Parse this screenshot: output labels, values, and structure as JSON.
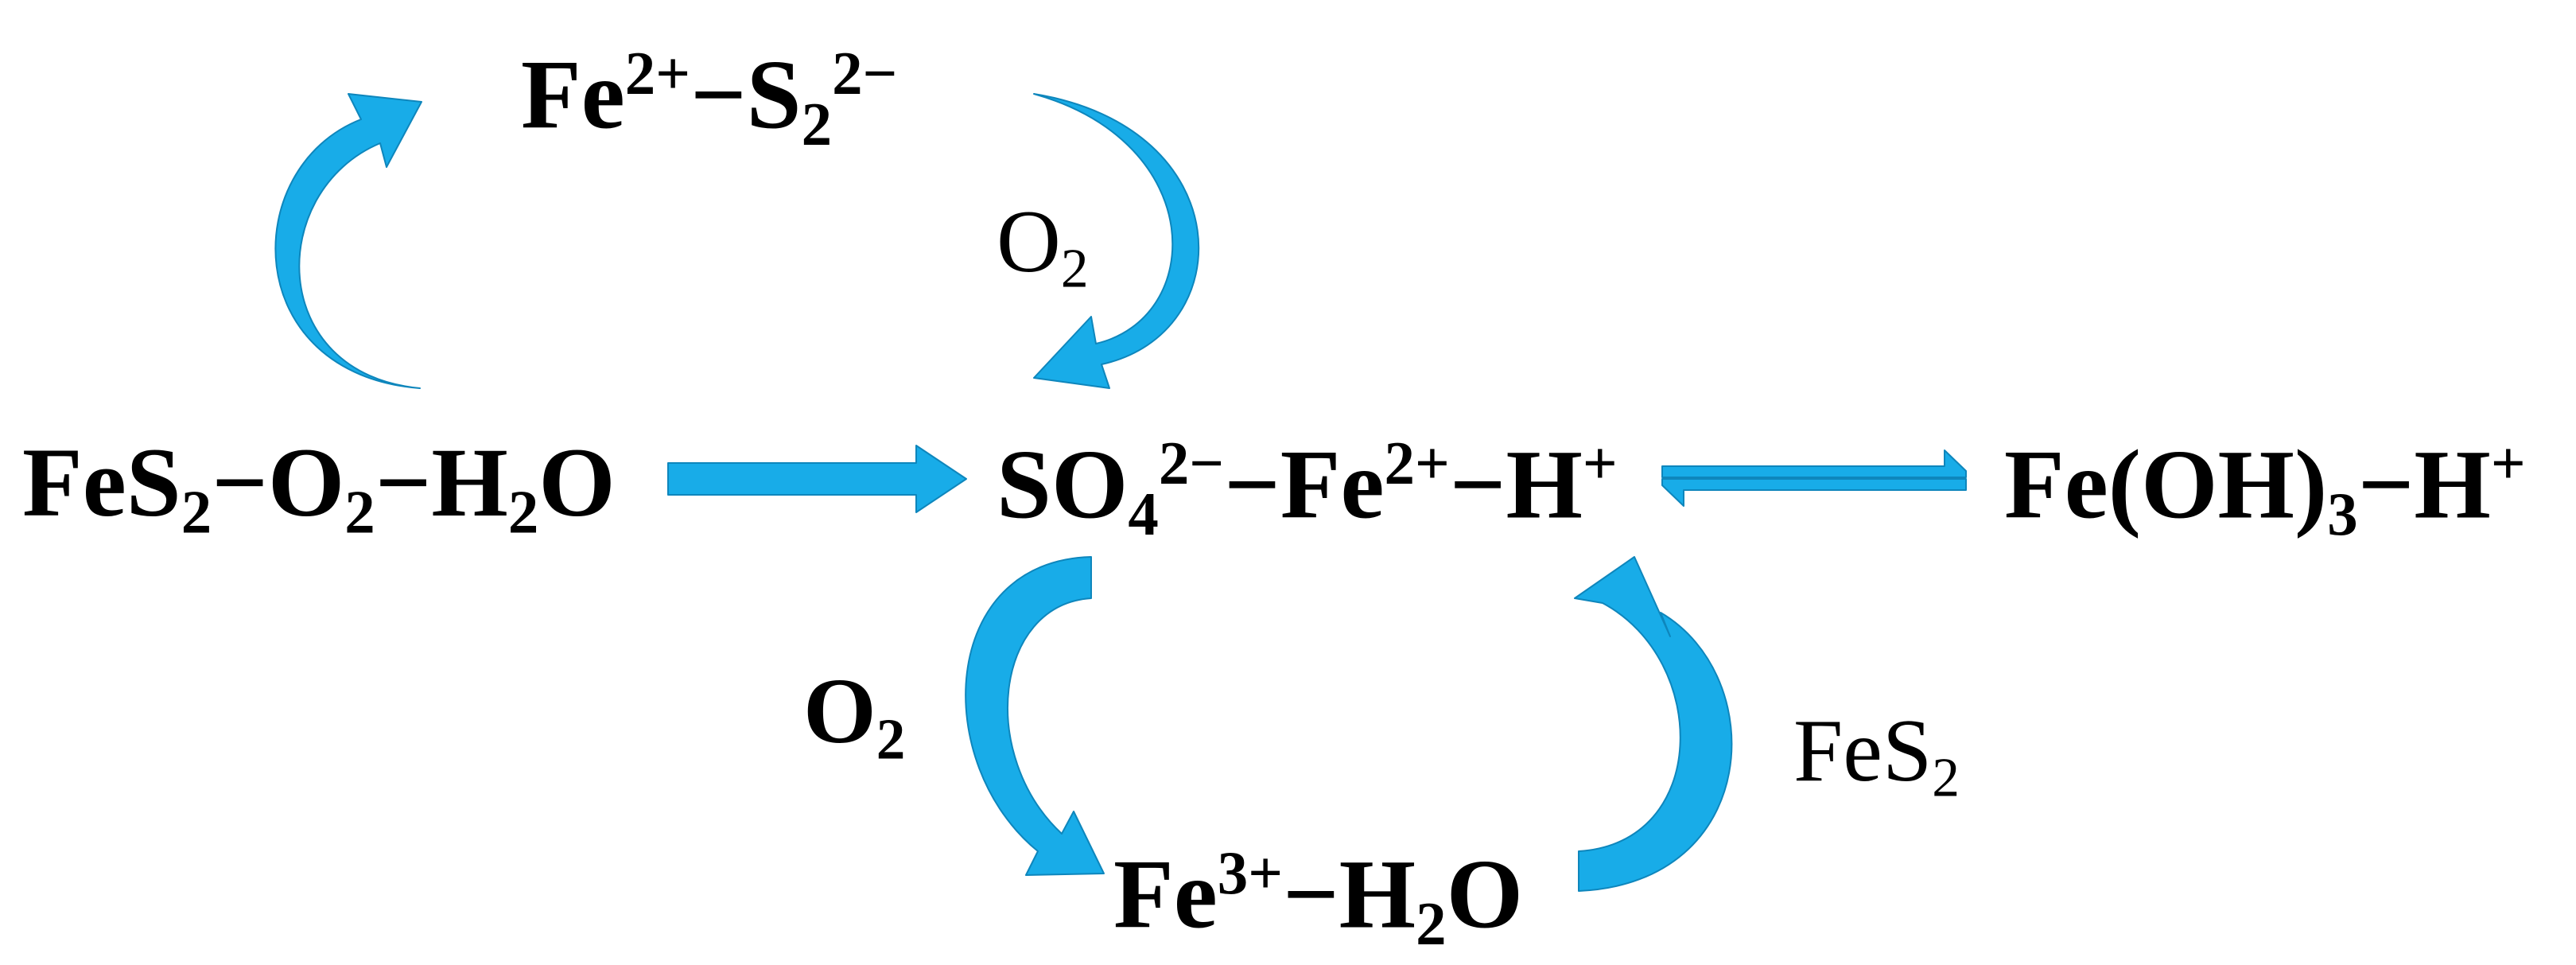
{
  "colors": {
    "arrow": "#18ACE8",
    "arrow_dark": "#0E86BC",
    "text": "#000000"
  },
  "species": {
    "fe2_s2": [
      {
        "t": "Fe",
        "p": "n"
      },
      {
        "t": "2+",
        "p": "sup"
      },
      {
        "t": "−S",
        "p": "n"
      },
      {
        "t": "2",
        "p": "sub"
      },
      {
        "t": "2−",
        "p": "sup"
      }
    ],
    "fes2_o2_h2o": [
      {
        "t": "FeS",
        "p": "n"
      },
      {
        "t": "2",
        "p": "sub"
      },
      {
        "t": "−O",
        "p": "n"
      },
      {
        "t": "2",
        "p": "sub"
      },
      {
        "t": "−H",
        "p": "n"
      },
      {
        "t": "2",
        "p": "sub"
      },
      {
        "t": "O",
        "p": "n"
      }
    ],
    "so4_fe2_h": [
      {
        "t": "SO",
        "p": "n"
      },
      {
        "t": "4",
        "p": "sub"
      },
      {
        "t": "2−",
        "p": "sup"
      },
      {
        "t": "−Fe",
        "p": "n"
      },
      {
        "t": "2+",
        "p": "sup"
      },
      {
        "t": "−H",
        "p": "n"
      },
      {
        "t": "+",
        "p": "sup"
      }
    ],
    "feoh3_h": [
      {
        "t": "Fe(OH)",
        "p": "n"
      },
      {
        "t": "3",
        "p": "sub"
      },
      {
        "t": "−H",
        "p": "n"
      },
      {
        "t": "+",
        "p": "sup"
      }
    ],
    "fe3_h2o": [
      {
        "t": "Fe",
        "p": "n"
      },
      {
        "t": "3+",
        "p": "sup"
      },
      {
        "t": "−H",
        "p": "n"
      },
      {
        "t": "2",
        "p": "sub"
      },
      {
        "t": "O",
        "p": "n"
      }
    ]
  },
  "labels": {
    "o2_top": [
      {
        "t": "O",
        "p": "n"
      },
      {
        "t": "2",
        "p": "sub"
      }
    ],
    "o2_bottom": [
      {
        "t": "O",
        "p": "n"
      },
      {
        "t": "2",
        "p": "sub"
      }
    ],
    "fes2": [
      {
        "t": "FeS",
        "p": "n"
      },
      {
        "t": "2",
        "p": "sub"
      }
    ]
  }
}
